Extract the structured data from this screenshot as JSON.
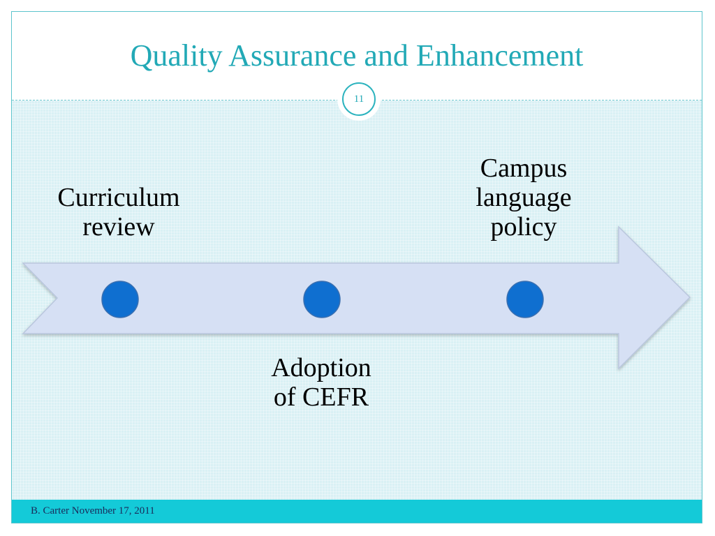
{
  "slide": {
    "title": "Quality Assurance and Enhancement",
    "number": "11",
    "footer": "B. Carter November 17, 2011"
  },
  "timeline": {
    "arrow_color": "#d6e0f4",
    "dot_color": "#0f6fd0",
    "milestones": [
      {
        "lines": [
          "Curriculum",
          "review"
        ],
        "position": "above"
      },
      {
        "lines": [
          "Adoption",
          "of CEFR"
        ],
        "position": "below"
      },
      {
        "lines": [
          "Campus",
          "language",
          "policy"
        ],
        "position": "above"
      }
    ]
  }
}
